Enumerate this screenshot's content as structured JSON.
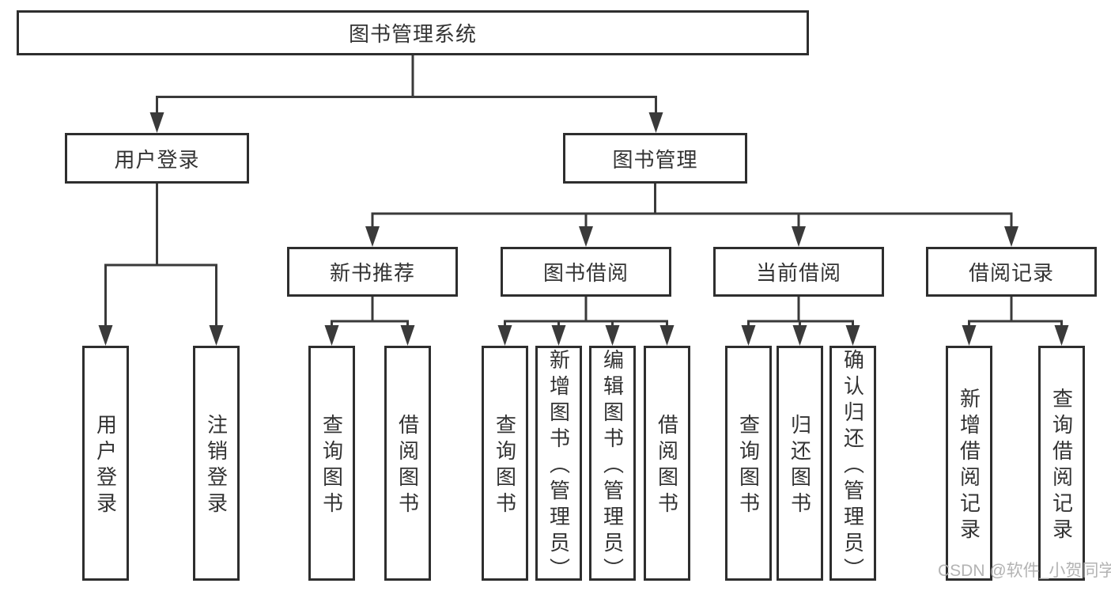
{
  "colors": {
    "line": "#3a3a3a",
    "box_border": "#2e2e2e",
    "text": "#333333",
    "watermark": "#acacac",
    "background": "#ffffff"
  },
  "tree": {
    "root": {
      "label": "图书管理系统"
    },
    "branches": [
      {
        "label": "用户登录",
        "children": [
          {
            "label": "用户登录"
          },
          {
            "label": "注销登录"
          }
        ]
      },
      {
        "label": "图书管理",
        "children": [
          {
            "label": "新书推荐",
            "children": [
              {
                "label": "查询图书"
              },
              {
                "label": "借阅图书"
              }
            ]
          },
          {
            "label": "图书借阅",
            "children": [
              {
                "label": "查询图书"
              },
              {
                "label": "新增图书（管理员）"
              },
              {
                "label": "编辑图书（管理员）"
              },
              {
                "label": "借阅图书"
              }
            ]
          },
          {
            "label": "当前借阅",
            "children": [
              {
                "label": "查询图书"
              },
              {
                "label": "归还图书"
              },
              {
                "label": "确认归还（管理员）"
              }
            ]
          },
          {
            "label": "借阅记录",
            "children": [
              {
                "label": "新增借阅记录"
              },
              {
                "label": "查询借阅记录"
              }
            ]
          }
        ]
      }
    ]
  },
  "watermark": {
    "text": "CSDN @软件_小贺同学"
  }
}
